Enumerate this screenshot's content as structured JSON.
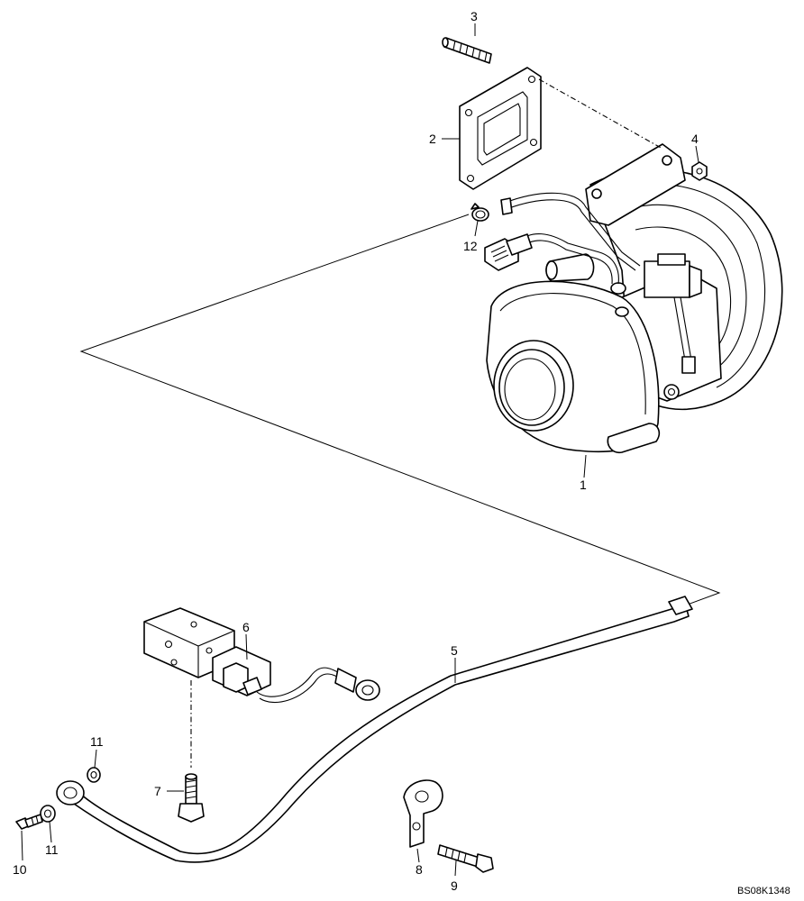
{
  "figure_id": "BS08K1348",
  "callouts": {
    "c1": "1",
    "c2": "2",
    "c3": "3",
    "c4": "4",
    "c5": "5",
    "c6": "6",
    "c7": "7",
    "c8": "8",
    "c9": "9",
    "c10": "10",
    "c11a": "11",
    "c11b": "11",
    "c12": "12"
  },
  "parts": [
    {
      "callout": "1",
      "icon": "turbocharger-icon"
    },
    {
      "callout": "2",
      "icon": "gasket-icon"
    },
    {
      "callout": "3",
      "icon": "stud-icon"
    },
    {
      "callout": "4",
      "icon": "nut-icon"
    },
    {
      "callout": "5",
      "icon": "oil-pipe-icon"
    },
    {
      "callout": "6",
      "icon": "sensor-block-icon"
    },
    {
      "callout": "7",
      "icon": "banjo-bolt-icon"
    },
    {
      "callout": "8",
      "icon": "clamp-icon"
    },
    {
      "callout": "9",
      "icon": "bolt-icon"
    },
    {
      "callout": "10",
      "icon": "bolt-icon"
    },
    {
      "callout": "11",
      "icon": "washer-icon"
    },
    {
      "callout": "12",
      "icon": "hose-clip-icon"
    }
  ]
}
